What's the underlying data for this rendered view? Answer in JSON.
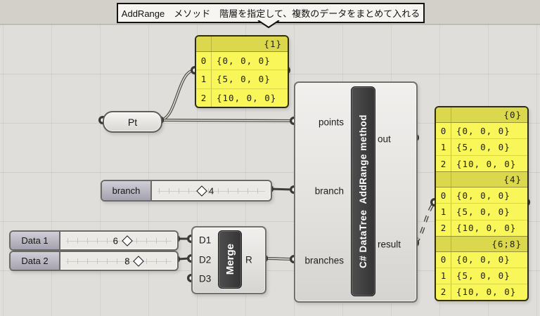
{
  "title": {
    "text": "AddRange　メソッド　階層を指定して、複数のデータをまとめて入れる"
  },
  "components": {
    "pt": {
      "label": "Pt"
    },
    "merge": {
      "label": "Merge",
      "inputs": [
        "D1",
        "D2",
        "D3"
      ],
      "output": "R"
    },
    "main": {
      "label": "C# DataTree  AddRange method",
      "inputs": [
        "points",
        "branch",
        "branches"
      ],
      "outputs": [
        "out",
        "result"
      ]
    }
  },
  "sliders": {
    "branch": {
      "label": "branch",
      "value": "4"
    },
    "data1": {
      "label": "Data 1",
      "value": "6"
    },
    "data2": {
      "label": "Data 2",
      "value": "8"
    }
  },
  "panels": {
    "input": {
      "sections": [
        {
          "header": "{1}",
          "rows": [
            [
              "0",
              "{0, 0, 0}"
            ],
            [
              "1",
              "{5, 0, 0}"
            ],
            [
              "2",
              "{10, 0, 0}"
            ]
          ]
        }
      ]
    },
    "output": {
      "sections": [
        {
          "header": "{0}",
          "rows": [
            [
              "0",
              "{0, 0, 0}"
            ],
            [
              "1",
              "{5, 0, 0}"
            ],
            [
              "2",
              "{10, 0, 0}"
            ]
          ]
        },
        {
          "header": "{4}",
          "rows": [
            [
              "0",
              "{0, 0, 0}"
            ],
            [
              "1",
              "{5, 0, 0}"
            ],
            [
              "2",
              "{10, 0, 0}"
            ]
          ]
        },
        {
          "header": "{6;8}",
          "rows": [
            [
              "0",
              "{0, 0, 0}"
            ],
            [
              "1",
              "{5, 0, 0}"
            ],
            [
              "2",
              "{10, 0, 0}"
            ]
          ]
        }
      ]
    }
  },
  "colors": {
    "canvas": "#dfdeda",
    "panel_yellow": "#f9f65a",
    "panel_header_yellow": "#dbd84d",
    "component_bar": "#3c3c3c",
    "wire": "#504f48"
  }
}
